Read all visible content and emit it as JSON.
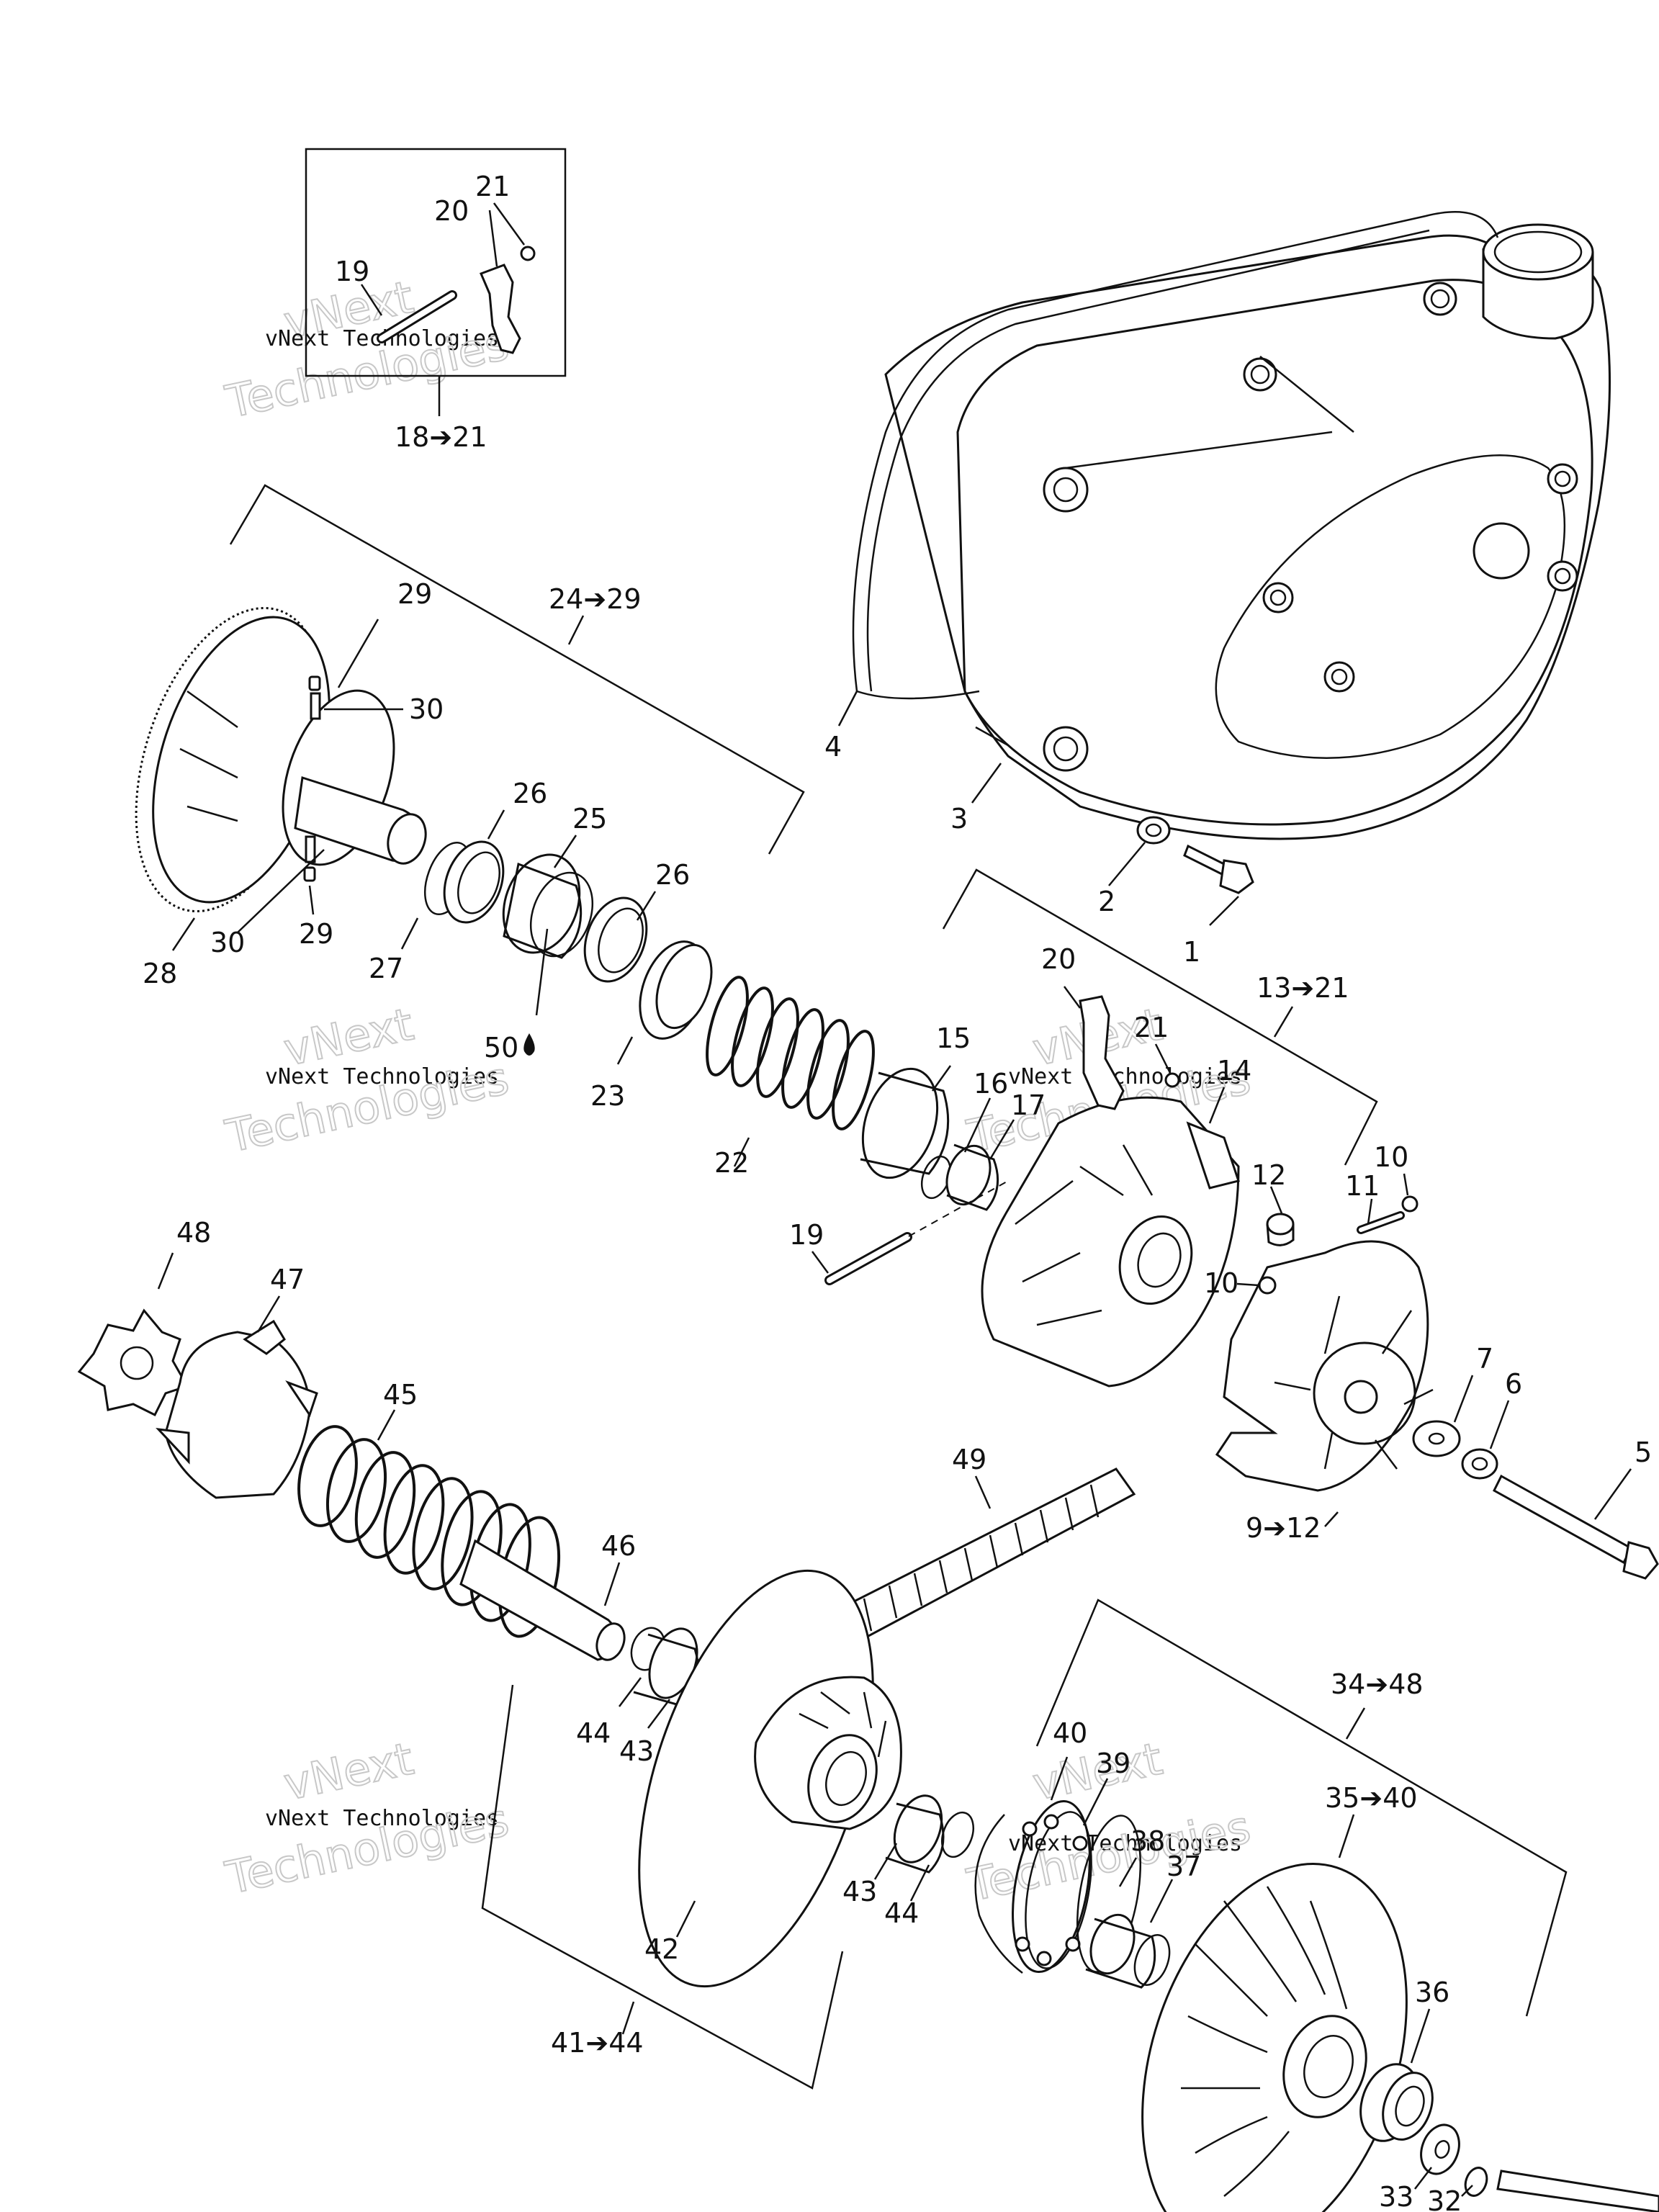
{
  "watermark": {
    "line1": "vNext",
    "line2": "vNext Technologies",
    "line3": "Technologies"
  },
  "labels": {
    "l1": "1",
    "l2": "2",
    "l3": "3",
    "l4": "4",
    "l5": "5",
    "l6": "6",
    "l7": "7",
    "l9_12": "9➔12",
    "l10a": "10",
    "l10b": "10",
    "l11": "11",
    "l12": "12",
    "l13_21": "13➔21",
    "l14": "14",
    "l15": "15",
    "l16": "16",
    "l17": "17",
    "l18_21": "18➔21",
    "l19a": "19",
    "l19b": "19",
    "l20a": "20",
    "l20b": "20",
    "l21a": "21",
    "l21b": "21",
    "l22": "22",
    "l23": "23",
    "l24_29": "24➔29",
    "l25": "25",
    "l26a": "26",
    "l26b": "26",
    "l27": "27",
    "l28": "28",
    "l29a": "29",
    "l29b": "29",
    "l30a": "30",
    "l30b": "30",
    "l32": "32",
    "l33": "33",
    "l34_48": "34➔48",
    "l35_40": "35➔40",
    "l36": "36",
    "l37": "37",
    "l38": "38",
    "l39": "39",
    "l40": "40",
    "l41_44": "41➔44",
    "l42": "42",
    "l43a": "43",
    "l43b": "43",
    "l44a": "44",
    "l44b": "44",
    "l45": "45",
    "l46": "46",
    "l47": "47",
    "l48": "48",
    "l49": "49",
    "l50": "50"
  }
}
